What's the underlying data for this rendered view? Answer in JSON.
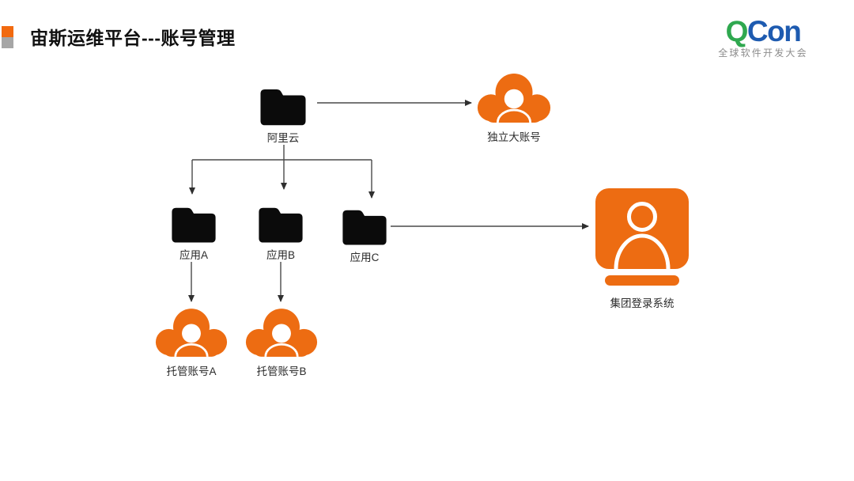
{
  "header": {
    "title": "宙斯运维平台---账号管理"
  },
  "logo": {
    "q": "Q",
    "con": "Con",
    "subtitle": "全球软件开发大会"
  },
  "colors": {
    "accent_orange": "#ED6C12",
    "marker_orange": "#F26A0F",
    "marker_gray": "#A6A6A6",
    "node_black": "#0B0B0B",
    "arrow_gray": "#4A4A4A",
    "qcon_green": "#2FA84F",
    "qcon_blue": "#1E5BB0",
    "logo_subtitle_gray": "#8C8C8C"
  },
  "diagram": {
    "nodes": {
      "aliyun": {
        "label": "阿里云",
        "type": "folder"
      },
      "independent_account": {
        "label": "独立大账号",
        "type": "cloud-user"
      },
      "app_a": {
        "label": "应用A",
        "type": "folder"
      },
      "app_b": {
        "label": "应用B",
        "type": "folder"
      },
      "app_c": {
        "label": "应用C",
        "type": "folder"
      },
      "managed_a": {
        "label": "托管账号A",
        "type": "cloud-user"
      },
      "managed_b": {
        "label": "托管账号B",
        "type": "cloud-user"
      },
      "group_login": {
        "label": "集团登录系统",
        "type": "monitor-user"
      }
    },
    "edges": [
      {
        "from": "阿里云",
        "to": "独立大账号"
      },
      {
        "from": "阿里云",
        "to": "应用A"
      },
      {
        "from": "阿里云",
        "to": "应用B"
      },
      {
        "from": "阿里云",
        "to": "应用C"
      },
      {
        "from": "应用A",
        "to": "托管账号A"
      },
      {
        "from": "应用B",
        "to": "托管账号B"
      },
      {
        "from": "应用C",
        "to": "集团登录系统"
      }
    ]
  }
}
